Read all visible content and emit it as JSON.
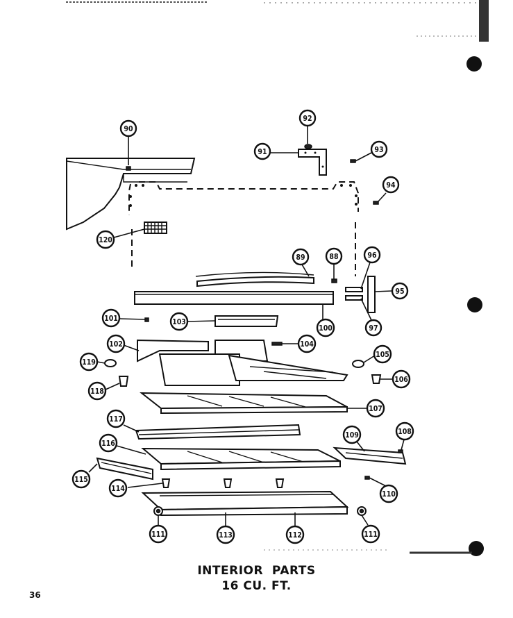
{
  "title_line1": "INTERIOR  PARTS",
  "title_line2": "16 CU. FT.",
  "page_number": "36",
  "callouts": [
    {
      "label": "90"
    },
    {
      "label": "92"
    },
    {
      "label": "91"
    },
    {
      "label": "93"
    },
    {
      "label": "94"
    },
    {
      "label": "120"
    },
    {
      "label": "89"
    },
    {
      "label": "88"
    },
    {
      "label": "96"
    },
    {
      "label": "95"
    },
    {
      "label": "97"
    },
    {
      "label": "101"
    },
    {
      "label": "103"
    },
    {
      "label": "100"
    },
    {
      "label": "102"
    },
    {
      "label": "104"
    },
    {
      "label": "105"
    },
    {
      "label": "119"
    },
    {
      "label": "106"
    },
    {
      "label": "118"
    },
    {
      "label": "107"
    },
    {
      "label": "117"
    },
    {
      "label": "109"
    },
    {
      "label": "108"
    },
    {
      "label": "116"
    },
    {
      "label": "115"
    },
    {
      "label": "114"
    },
    {
      "label": "110"
    },
    {
      "label": "111"
    },
    {
      "label": "113"
    },
    {
      "label": "112"
    },
    {
      "label": "111"
    }
  ]
}
